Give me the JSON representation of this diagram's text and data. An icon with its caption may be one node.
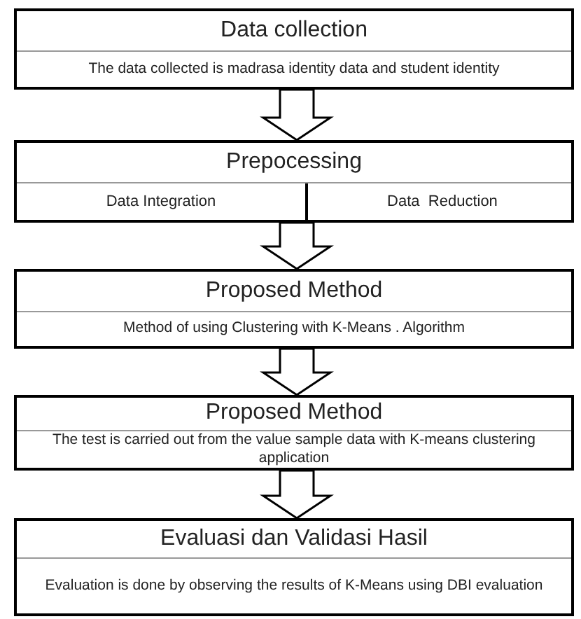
{
  "diagram": {
    "nodes": [
      {
        "text": [
          "Data collection",
          "The data collected is madrasa identity data and student identity"
        ]
      },
      {
        "text": [
          "Prepocessing"
        ]
      },
      {
        "text": [
          "Data Integration"
        ],
        "in": 1
      },
      {
        "text": [
          "Data  Reduction"
        ],
        "in": 1
      },
      {
        "text": [
          "Proposed Method",
          "Method of using Clustering with K-Means . Algorithm"
        ]
      },
      {
        "text": [
          "Proposed Method",
          "The test is carried out from the value sample data with K-means clustering application"
        ]
      },
      {
        "text": [
          "Evaluasi dan Validasi Hasil",
          "Evaluation is done by observing the results of K-Means using DBI evaluation"
        ]
      }
    ],
    "edges": [
      {
        "from": 0,
        "to": 1,
        "arrow": "to"
      },
      {
        "from": 1,
        "to": 4,
        "arrow": "to"
      },
      {
        "from": 4,
        "to": 5,
        "arrow": "to"
      },
      {
        "from": 5,
        "to": 6,
        "arrow": "to"
      }
    ]
  }
}
